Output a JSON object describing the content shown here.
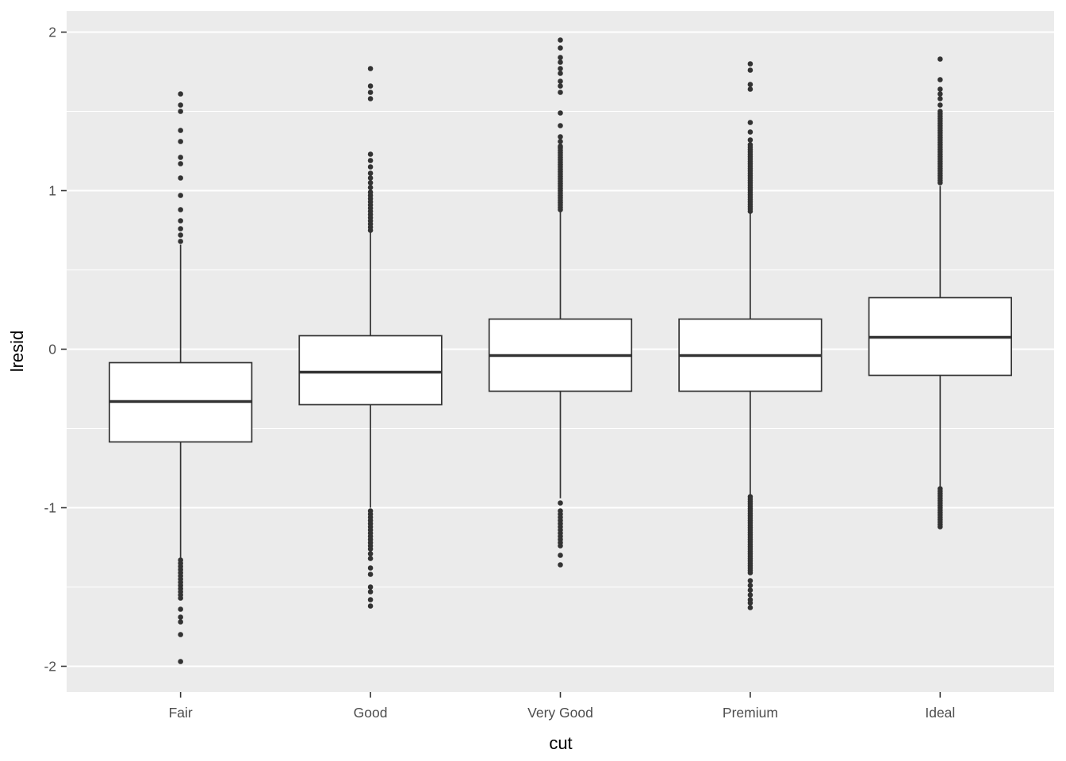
{
  "chart_data": {
    "type": "boxplot",
    "title": "",
    "xlabel": "cut",
    "ylabel": "lresid",
    "categories": [
      "Fair",
      "Good",
      "Very Good",
      "Premium",
      "Ideal"
    ],
    "ylim": [
      -2.1625,
      2.1325
    ],
    "y_ticks": [
      {
        "value": 2,
        "label": "2"
      },
      {
        "value": 1,
        "label": "1"
      },
      {
        "value": 0,
        "label": "0"
      },
      {
        "value": -1,
        "label": "-1"
      },
      {
        "value": -2,
        "label": "-2"
      }
    ],
    "y_minor": [
      1.5,
      0.5,
      -0.5,
      -1.5
    ],
    "grid": "on",
    "legend": "none",
    "colors": {
      "panel": "#EBEBEB",
      "grid": "#FFFFFF",
      "box_fill": "#FFFFFF",
      "stroke": "#333333",
      "tick_text": "#4D4D4D",
      "title_text": "#000000"
    },
    "series": [
      {
        "category": "Fair",
        "q1": -0.585,
        "median": -0.33,
        "q3": -0.085,
        "whisker_low": -1.32,
        "whisker_high": 0.66,
        "outliers_high": [
          1.61,
          1.54,
          1.5,
          1.38,
          1.31,
          1.21,
          1.17,
          1.08,
          0.97,
          0.88,
          0.81,
          0.76,
          0.72,
          0.68
        ],
        "outliers_low": [
          {
            "from": -1.33,
            "to": -1.57,
            "step": 0.02
          },
          -1.64,
          -1.69,
          -1.72,
          -1.8,
          -1.97
        ]
      },
      {
        "category": "Good",
        "q1": -0.35,
        "median": -0.145,
        "q3": 0.085,
        "whisker_low": -1.0,
        "whisker_high": 0.74,
        "outliers_high": [
          1.77,
          1.66,
          1.62,
          1.58,
          1.23,
          1.19,
          1.15,
          1.11,
          1.08,
          1.05,
          1.02,
          0.99,
          {
            "from": 0.97,
            "to": 0.75,
            "step": 0.02
          }
        ],
        "outliers_low": [
          {
            "from": -1.02,
            "to": -1.24,
            "step": 0.02
          },
          -1.26,
          -1.29,
          -1.32,
          -1.38,
          -1.42,
          -1.5,
          -1.53,
          -1.58,
          -1.62
        ]
      },
      {
        "category": "Very Good",
        "q1": -0.265,
        "median": -0.04,
        "q3": 0.19,
        "whisker_low": -0.94,
        "whisker_high": 0.87,
        "outliers_high": [
          1.95,
          1.9,
          1.84,
          1.81,
          1.77,
          1.74,
          1.69,
          1.66,
          1.62,
          1.49,
          1.41,
          1.34,
          1.31,
          1.28,
          {
            "from": 1.27,
            "to": 0.88,
            "step": 0.015
          }
        ],
        "outliers_low": [
          -0.97,
          {
            "from": -1.02,
            "to": -1.24,
            "step": 0.02
          },
          -1.3,
          -1.36
        ]
      },
      {
        "category": "Premium",
        "q1": -0.265,
        "median": -0.04,
        "q3": 0.19,
        "whisker_low": -0.92,
        "whisker_high": 0.86,
        "outliers_high": [
          1.8,
          1.76,
          1.67,
          1.64,
          1.43,
          1.37,
          1.32,
          {
            "from": 1.29,
            "to": 0.87,
            "step": 0.015
          }
        ],
        "outliers_low": [
          {
            "from": -0.93,
            "to": -1.42,
            "step": 0.015
          },
          -1.46,
          -1.49,
          -1.52,
          -1.55,
          -1.58,
          -1.6,
          -1.63
        ]
      },
      {
        "category": "Ideal",
        "q1": -0.165,
        "median": 0.075,
        "q3": 0.325,
        "whisker_low": -0.87,
        "whisker_high": 1.03,
        "outliers_high": [
          1.83,
          1.7,
          1.64,
          1.61,
          1.58,
          1.54,
          {
            "from": 1.5,
            "to": 1.04,
            "step": 0.015
          }
        ],
        "outliers_low": [
          {
            "from": -0.88,
            "to": -1.13,
            "step": 0.015
          }
        ]
      }
    ]
  }
}
